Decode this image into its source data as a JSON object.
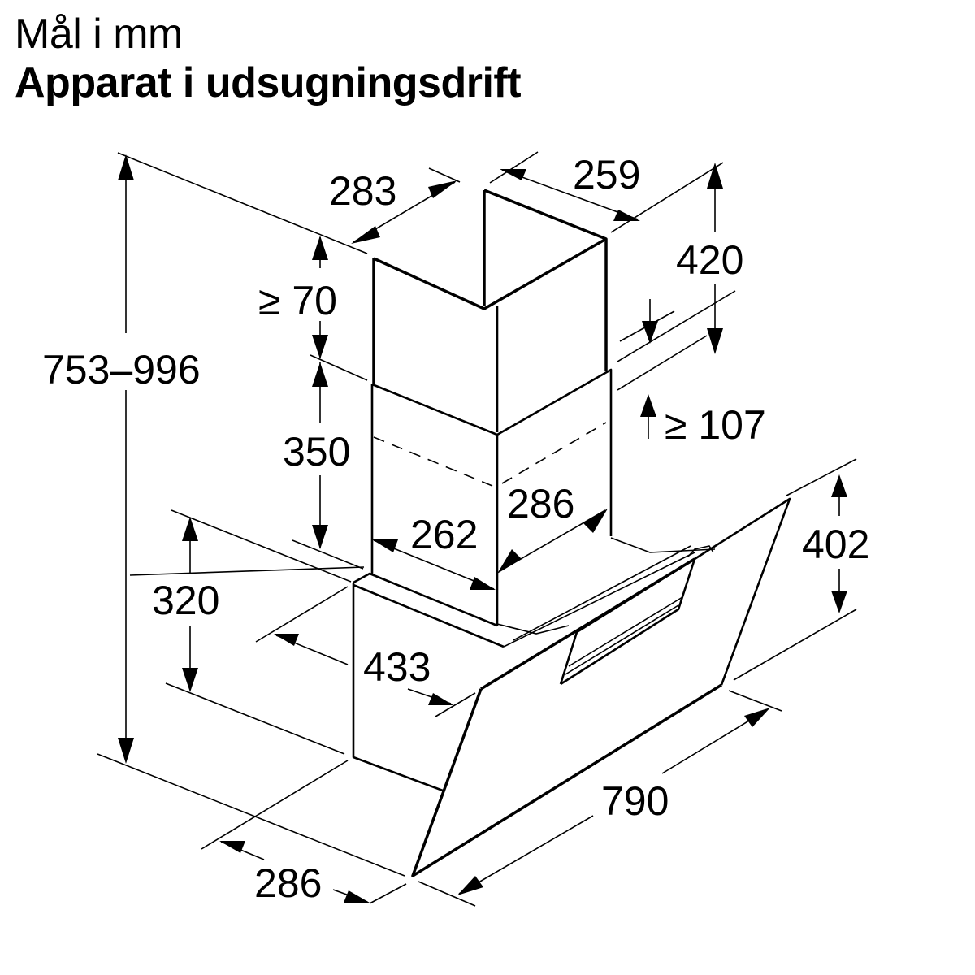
{
  "header": {
    "units_label": "Mål i mm",
    "mode_title": "Apparat i udsugningsdrift"
  },
  "diagram": {
    "subject": "chimney range hood, isometric view",
    "dimensions": {
      "total_height": "753–996",
      "upper_chimney_depth": "283",
      "upper_chimney_width": "259",
      "upper_chimney_height": "420",
      "top_clearance": "≥ 70",
      "lower_chimney_height": "350",
      "overlap": "≥ 107",
      "lower_chimney_width": "286",
      "lower_chimney_depth": "262",
      "body_height": "320",
      "body_depth": "433",
      "glass_height": "402",
      "total_width": "790",
      "base_depth": "286"
    }
  }
}
